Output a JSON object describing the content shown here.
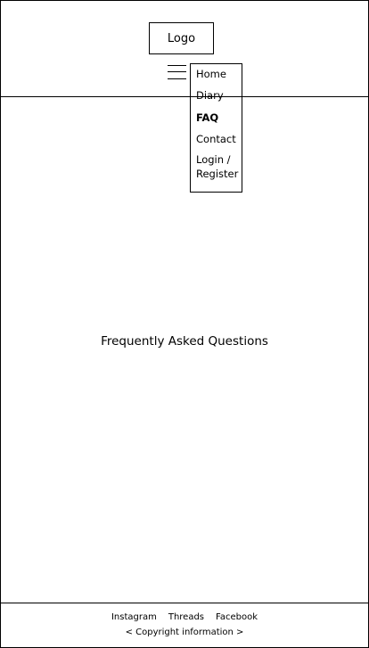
{
  "header": {
    "logo_text": "Logo"
  },
  "nav": {
    "items": [
      {
        "label": "Home",
        "active": false
      },
      {
        "label": "Diary",
        "active": false
      },
      {
        "label": "FAQ",
        "active": true
      },
      {
        "label": "Contact",
        "active": false
      },
      {
        "label": "Login /\nRegister",
        "active": false
      }
    ]
  },
  "main": {
    "title": "Frequently Asked Questions"
  },
  "footer": {
    "links": [
      "Instagram",
      "Threads",
      "Facebook"
    ],
    "copyright": "< Copyright information >"
  }
}
